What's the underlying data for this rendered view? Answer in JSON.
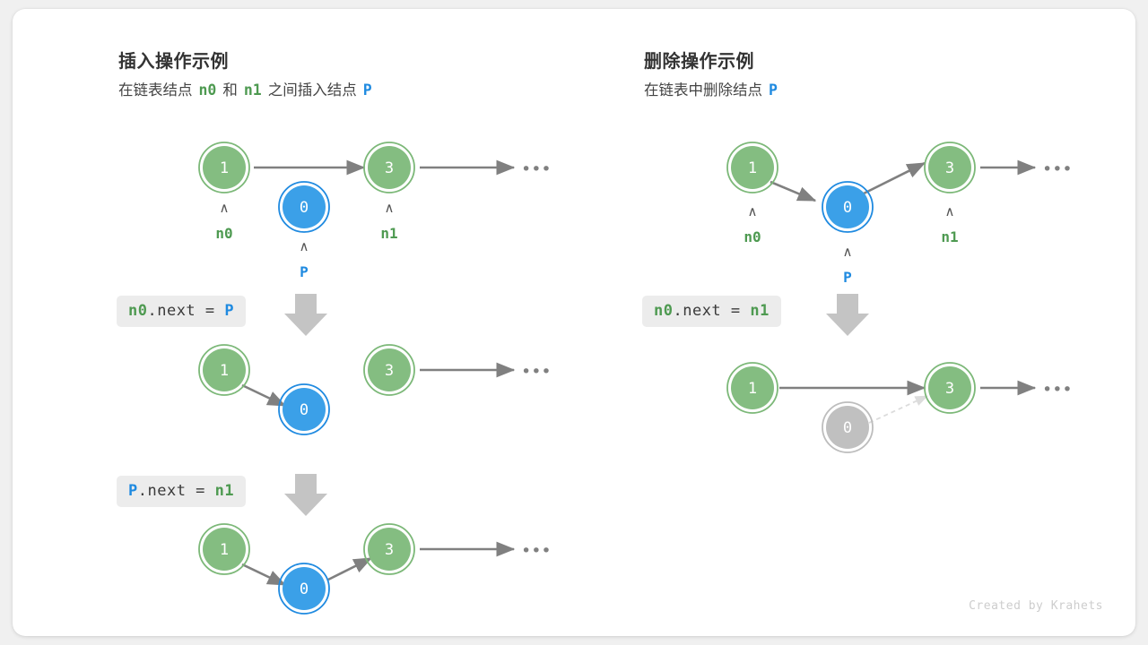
{
  "watermark": "Created by Krahets",
  "colors": {
    "green_fill": "#84bd81",
    "green_ring": "#7cb878",
    "blue_fill": "#3ba0e8",
    "blue_ring": "#1f8ae0",
    "gray_fill": "#c0c0c0",
    "gray_ring": "#bdbdbd",
    "arrow": "#808080",
    "dashed": "#e0e0e0",
    "label_green": "#4e9a51",
    "label_blue": "#1f8ae0",
    "code_bg": "#ececec",
    "card_bg": "#ffffff",
    "page_bg": "#f0f0f0",
    "big_arrow": "#c4c4c4"
  },
  "left": {
    "title": "插入操作示例",
    "subtitle": {
      "part1": "在链表结点",
      "code1": "n0",
      "part2": "和",
      "code2": "n1",
      "part3": "之间插入结点",
      "code3": "P"
    },
    "steps": [
      {
        "code": {
          "var1": "n0",
          "mid": ".next = ",
          "var2": "P",
          "var1_color": "green",
          "var2_color": "blue"
        },
        "label": "n0.next = P"
      },
      {
        "code": {
          "var1": "P",
          "mid": ".next = ",
          "var2": "n1",
          "var1_color": "blue",
          "var2_color": "green"
        },
        "label": "P.next = n1"
      }
    ],
    "rows": [
      {
        "name": "row-initial",
        "nodes": [
          {
            "value": "1",
            "style": "green",
            "pointer": "n0",
            "pointer_color": "green"
          },
          {
            "value": "0",
            "style": "blue",
            "pointer": "P",
            "pointer_color": "blue"
          },
          {
            "value": "3",
            "style": "green",
            "pointer": "n1",
            "pointer_color": "green"
          }
        ],
        "ellipsis": "•••"
      },
      {
        "name": "row-after-step1",
        "nodes": [
          {
            "value": "1",
            "style": "green"
          },
          {
            "value": "0",
            "style": "blue"
          },
          {
            "value": "3",
            "style": "green"
          }
        ],
        "ellipsis": "•••"
      },
      {
        "name": "row-after-step2",
        "nodes": [
          {
            "value": "1",
            "style": "green"
          },
          {
            "value": "0",
            "style": "blue"
          },
          {
            "value": "3",
            "style": "green"
          }
        ],
        "ellipsis": "•••"
      }
    ]
  },
  "right": {
    "title": "删除操作示例",
    "subtitle": {
      "part1": "在链表中删除结点",
      "code1": "P"
    },
    "steps": [
      {
        "code": {
          "var1": "n0",
          "mid": ".next = ",
          "var2": "n1",
          "var1_color": "green",
          "var2_color": "green"
        },
        "label": "n0.next = n1"
      }
    ],
    "rows": [
      {
        "name": "row-initial",
        "nodes": [
          {
            "value": "1",
            "style": "green",
            "pointer": "n0",
            "pointer_color": "green"
          },
          {
            "value": "0",
            "style": "blue",
            "pointer": "P",
            "pointer_color": "blue"
          },
          {
            "value": "3",
            "style": "green",
            "pointer": "n1",
            "pointer_color": "green"
          }
        ],
        "ellipsis": "•••"
      },
      {
        "name": "row-after-delete",
        "nodes": [
          {
            "value": "1",
            "style": "green"
          },
          {
            "value": "0",
            "style": "gray"
          },
          {
            "value": "3",
            "style": "green"
          }
        ],
        "ellipsis": "•••"
      }
    ]
  }
}
